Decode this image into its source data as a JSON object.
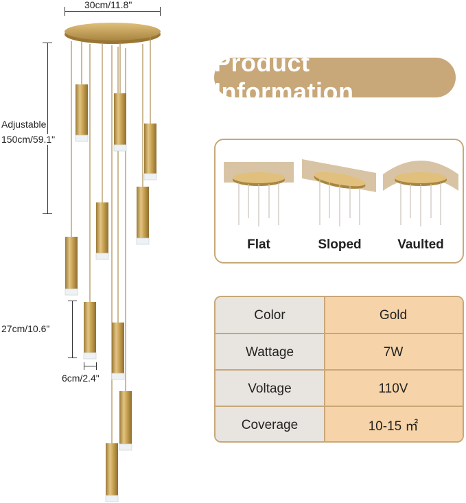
{
  "dimensions": {
    "width_label": "30cm/11.8\"",
    "adjustable_label": "Adjustable",
    "adjustable_length": "150cm/59.1\"",
    "shade_length": "27cm/10.6\"",
    "shade_diameter": "6cm/2.4\""
  },
  "title": "Product Information",
  "ceiling_types": [
    {
      "label": "Flat",
      "icon": "flat-ceiling-icon"
    },
    {
      "label": "Sloped",
      "icon": "sloped-ceiling-icon"
    },
    {
      "label": "Vaulted",
      "icon": "vaulted-ceiling-icon"
    }
  ],
  "specs": [
    {
      "label": "Color",
      "value": "Gold"
    },
    {
      "label": "Wattage",
      "value": "7W"
    },
    {
      "label": "Voltage",
      "value": "110V"
    },
    {
      "label": "Coverage",
      "value": "10-15 ㎡"
    }
  ],
  "colors": {
    "accent": "#c8a778",
    "gold": "#c9a352",
    "label_bg": "#e8e4df",
    "value_bg": "#f6d3a8"
  }
}
